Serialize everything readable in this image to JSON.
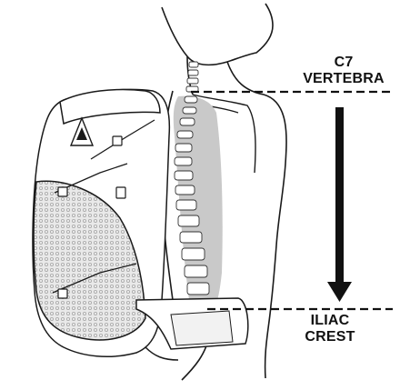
{
  "labels": {
    "top": {
      "line1": "C7",
      "line2": "VERTEBRA"
    },
    "bottom": {
      "line1": "ILIAC",
      "line2": "CREST"
    }
  },
  "colors": {
    "ink": "#111111",
    "spine_fill": "#c9c9c9",
    "mesh": "#b8b8b8",
    "background": "#ffffff"
  },
  "icons": {
    "arrow": "down-arrow-icon",
    "brand_logo": "triangle-logo-icon"
  }
}
